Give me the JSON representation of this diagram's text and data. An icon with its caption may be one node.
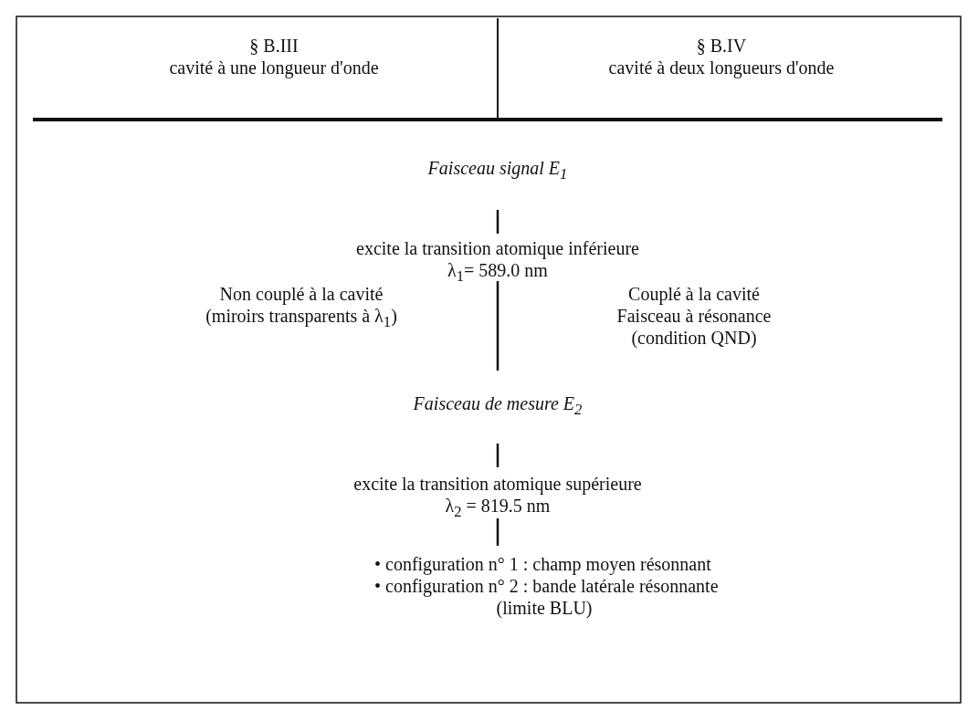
{
  "diagram": {
    "labels": [
      "§ B.III",
      "cavité à une longueur d'onde",
      "§ B.IV",
      "cavité à deux longueurs d'onde",
      "Faisceau signal E$_{1}$",
      "excite la transition atomique inférieure",
      "λ$_{1}$= 589.0 nm",
      "Non couplé à la cavité",
      "(miroirs transparents à λ$_{1}$)",
      "Couplé à la cavité",
      "Faisceau à résonance",
      "(condition QND)",
      "Faisceau de mesure E$_{2}$",
      "excite la transition atomique supérieure",
      "λ$_{2}$ = 819.5 nm",
      "• configuration n° 1 : champ moyen résonnant",
      "• configuration n° 2 : bande latérale résonnante",
      "(limite BLU)"
    ]
  }
}
